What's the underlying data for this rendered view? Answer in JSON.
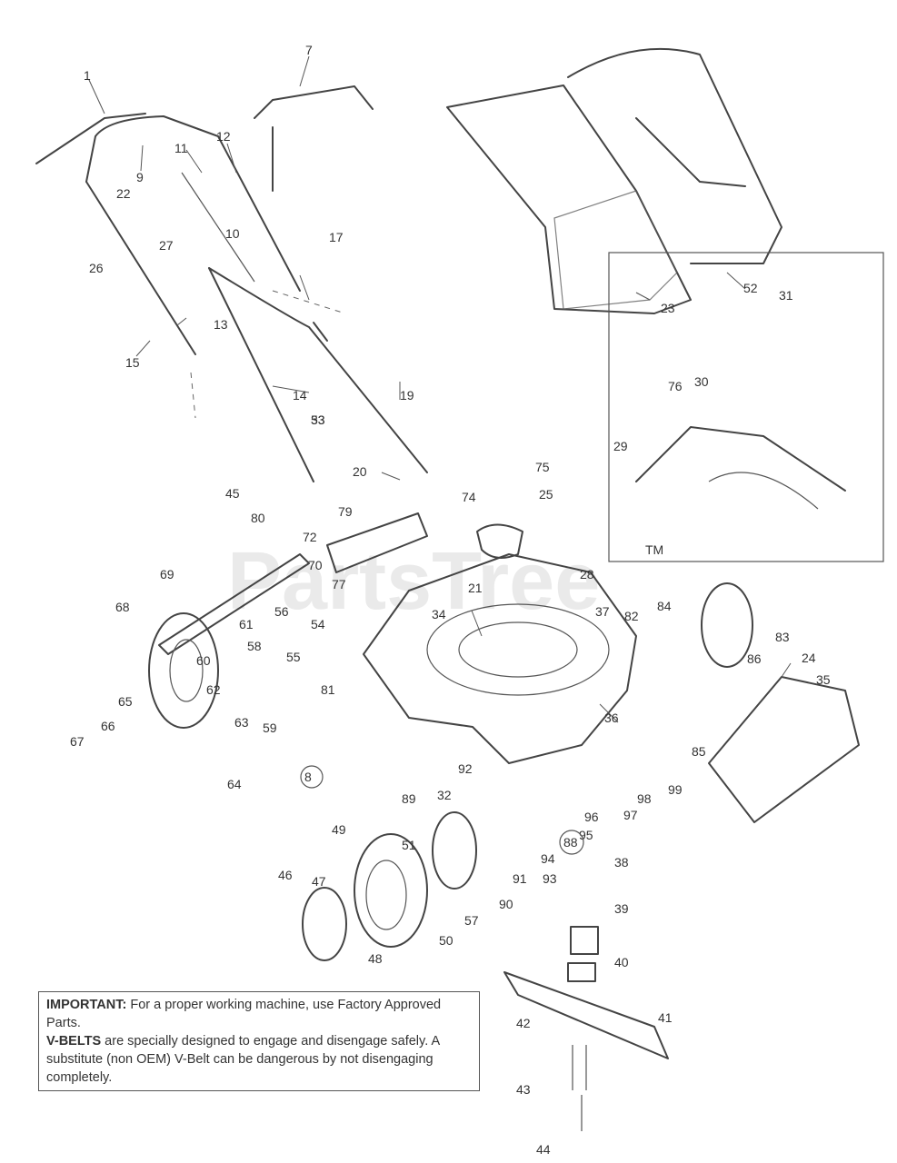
{
  "watermark": "PartsTree",
  "trademark": "TM",
  "callouts": [
    "1",
    "7",
    "8",
    "9",
    "10",
    "11",
    "12",
    "13",
    "14",
    "15",
    "17",
    "19",
    "20",
    "21",
    "22",
    "23",
    "24",
    "25",
    "26",
    "27",
    "28",
    "29",
    "30",
    "31",
    "32",
    "33",
    "34",
    "35",
    "36",
    "37",
    "38",
    "39",
    "40",
    "41",
    "42",
    "43",
    "44",
    "45",
    "46",
    "47",
    "48",
    "49",
    "50",
    "51",
    "52",
    "53",
    "54",
    "55",
    "56",
    "57",
    "58",
    "59",
    "60",
    "61",
    "62",
    "63",
    "64",
    "65",
    "66",
    "67",
    "68",
    "69",
    "70",
    "72",
    "74",
    "75",
    "76",
    "77",
    "79",
    "80",
    "81",
    "82",
    "83",
    "84",
    "85",
    "86",
    "88",
    "89",
    "90",
    "91",
    "92",
    "93",
    "94",
    "95",
    "96",
    "97",
    "98",
    "99"
  ],
  "notice": {
    "important_label": "IMPORTANT:",
    "important_text": " For a proper working machine, use Factory Approved Parts.",
    "vbelts_label": "V-BELTS",
    "vbelts_text": " are specially designed to engage and disengage safely.  A substitute (non OEM) V-Belt can be dangerous by not disengaging completely."
  }
}
